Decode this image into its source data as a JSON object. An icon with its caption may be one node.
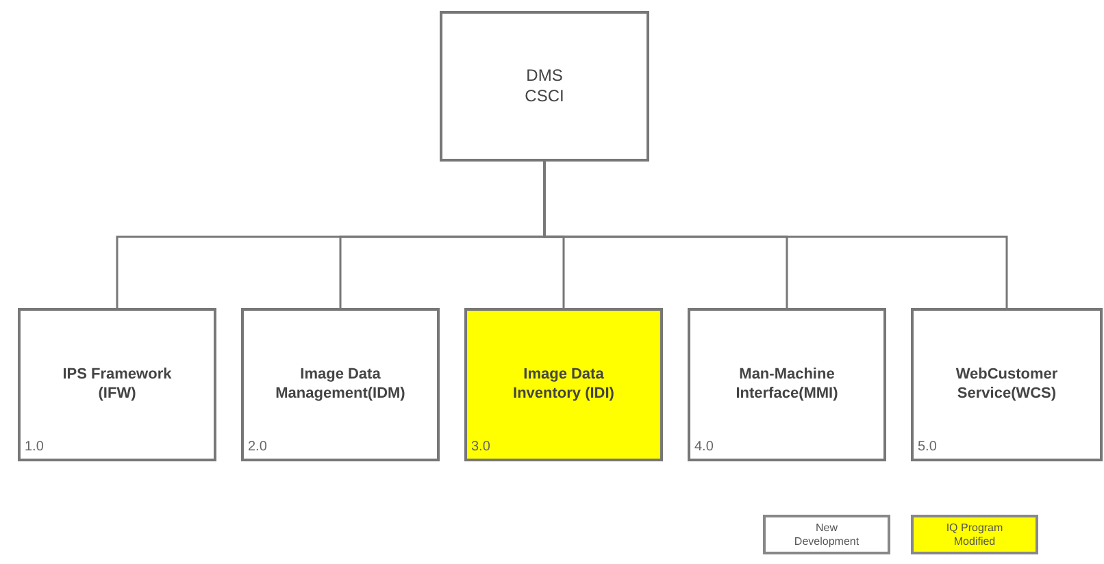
{
  "diagram": {
    "nodes": [
      {
        "text": [
          "DMS CSCI"
        ]
      },
      {
        "text": [
          "IPS Framework (IFW)",
          "1.0"
        ]
      },
      {
        "text": [
          "Image Data Management(IDM)",
          "2.0"
        ]
      },
      {
        "text": [
          "Image Data Inventory (IDI)",
          "3.0"
        ]
      },
      {
        "text": [
          "Man-Machine Interface(MMI)",
          "4.0"
        ]
      },
      {
        "text": [
          "WebCustomer Service(WCS)",
          "5.0"
        ]
      }
    ],
    "edges": [
      {
        "from": 0,
        "to": 1,
        "arrow": "none"
      },
      {
        "from": 0,
        "to": 2,
        "arrow": "none"
      },
      {
        "from": 0,
        "to": 3,
        "arrow": "none"
      },
      {
        "from": 0,
        "to": 4,
        "arrow": "none"
      },
      {
        "from": 0,
        "to": 5,
        "arrow": "none"
      }
    ],
    "legend": [
      {
        "text": "New Development",
        "color": "#ffffff"
      },
      {
        "text": "IQ Program Modified",
        "color": "#ffff00"
      }
    ]
  }
}
